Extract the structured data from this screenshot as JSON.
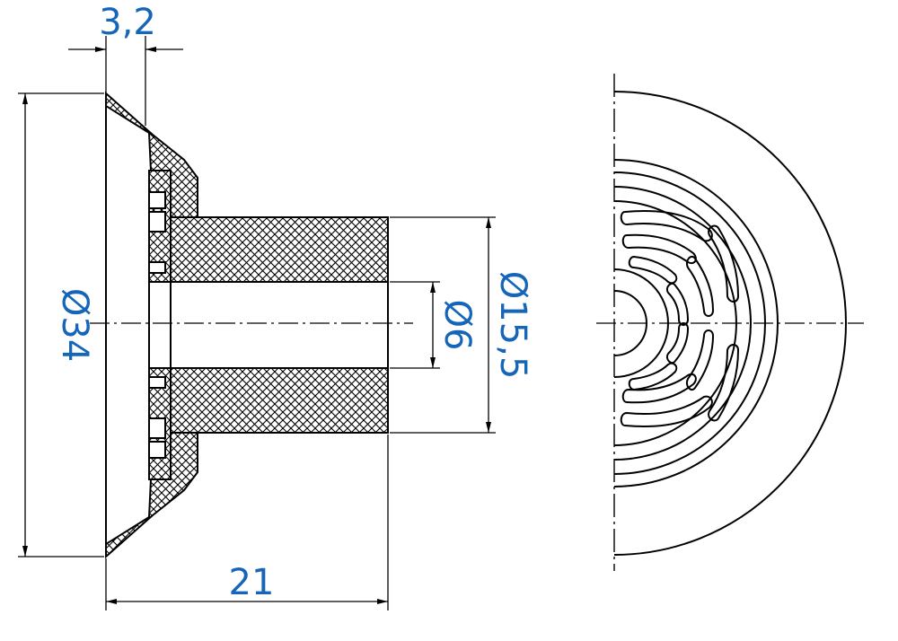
{
  "colors": {
    "line": "#000000",
    "dimension": "#1565b8",
    "background": "#ffffff"
  },
  "dimensions": {
    "thickness": "3,2",
    "outer_diameter": "Ø34",
    "length": "21",
    "bore_diameter": "Ø6",
    "hub_diameter": "Ø15,5"
  }
}
